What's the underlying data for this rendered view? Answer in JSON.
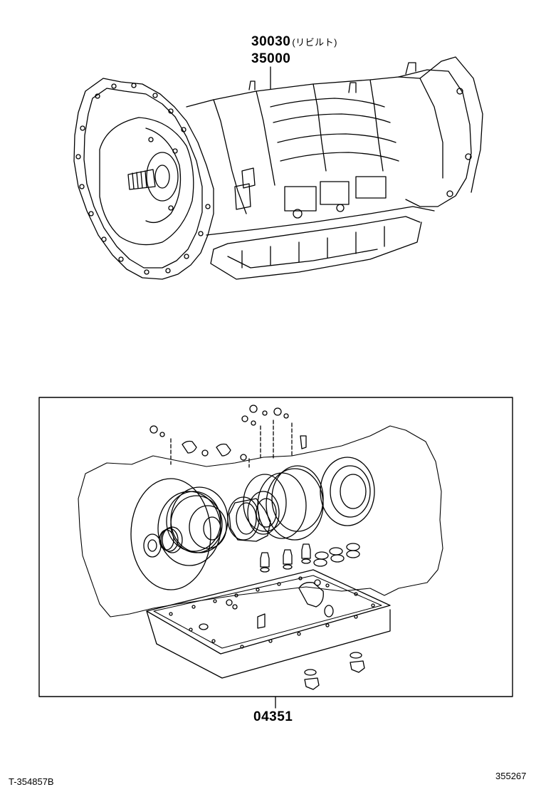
{
  "diagram": {
    "top_assembly": {
      "part_number_1": "30030",
      "part_number_1_note": "(リビルト)",
      "part_number_2": "35000"
    },
    "gasket_kit": {
      "part_number": "04351"
    },
    "footer": {
      "left_code": "T-354857B",
      "right_code": "355267"
    }
  }
}
